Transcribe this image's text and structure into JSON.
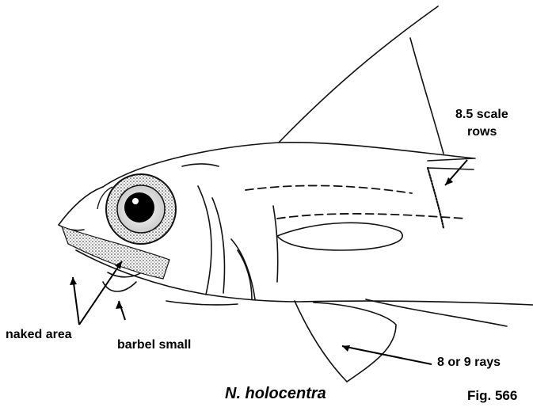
{
  "labels": {
    "scale_rows_line1": "8.5 scale",
    "scale_rows_line2": "rows",
    "naked_area": "naked area",
    "barbel": "barbel small",
    "rays": "8 or 9 rays"
  },
  "caption": {
    "species": "N.  holocentra",
    "figure": "Fig. 566"
  }
}
